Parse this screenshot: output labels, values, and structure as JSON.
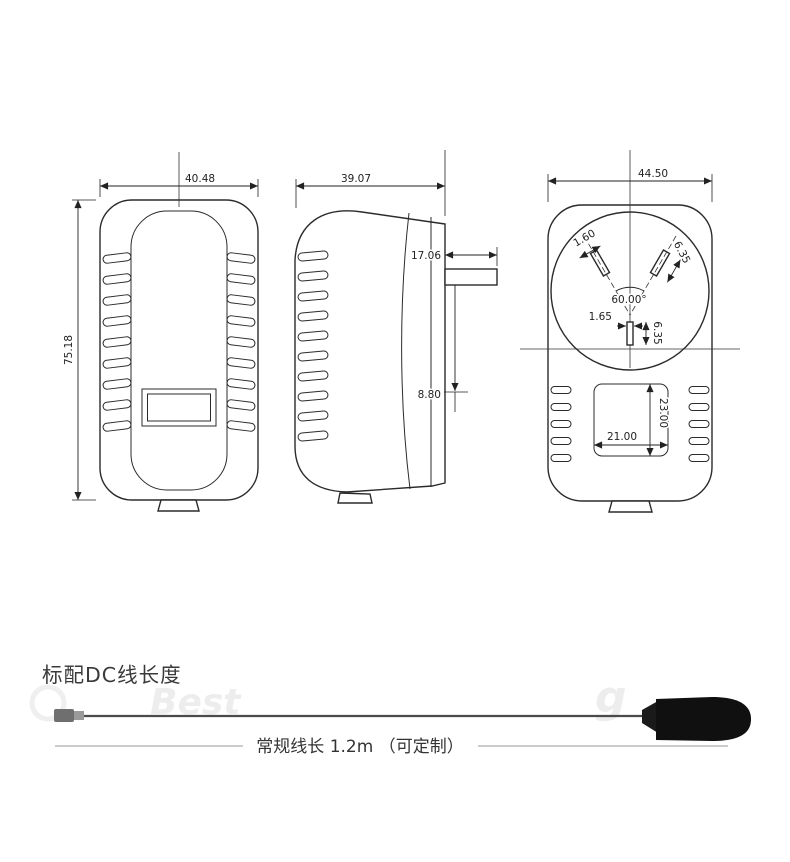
{
  "drawing": {
    "front_view": {
      "width_dim": "40.48",
      "height_dim": "75.18"
    },
    "side_view": {
      "width_dim": "39.07",
      "pin_length_dim": "17.06",
      "pin_offset_dim": "8.80"
    },
    "back_view": {
      "width_dim": "44.50",
      "pin_thickness_dim": "1.60",
      "pin_width_dim": "6.35",
      "pin_angle_dim": "60.00°",
      "earth_pin_width_dim": "1.65",
      "earth_pin_length_dim": "6.35",
      "recess_width_dim": "21.00",
      "recess_height_dim": "23.00"
    }
  },
  "cable_section": {
    "heading": "标配DC线长度",
    "caption": "常规线长 1.2m （可定制）"
  },
  "watermarks": {
    "left_text": "Best",
    "right_text": "g"
  }
}
